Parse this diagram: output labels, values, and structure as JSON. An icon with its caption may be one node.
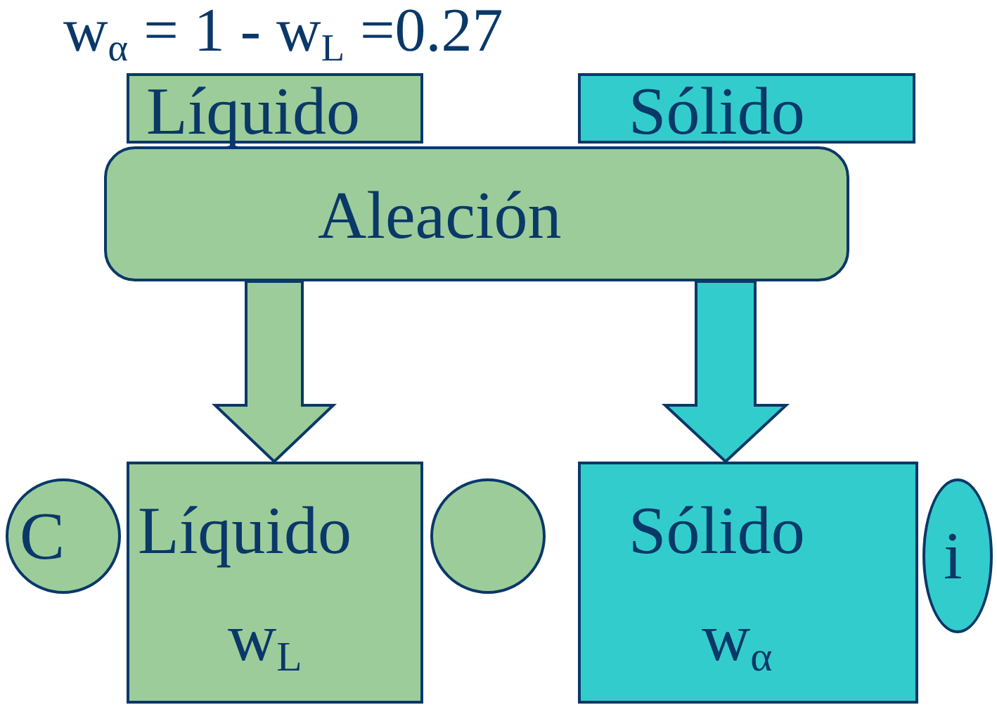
{
  "diagram": {
    "nodes": [
      {
        "text": [
          "Líquido"
        ]
      },
      {
        "text": [
          "Sólido"
        ]
      },
      {
        "text": [
          "Aleación"
        ]
      },
      {
        "text": [
          "C"
        ]
      },
      {
        "text": [],
        "shape": "circle"
      },
      {
        "text": [
          "Líquido",
          "w$_{L}$"
        ]
      },
      {
        "text": [
          "i"
        ]
      },
      {
        "text": [
          "Sólido",
          "w$_{α}$"
        ]
      }
    ],
    "edges": [
      {
        "from": 2,
        "to": 5,
        "arrow": "to"
      },
      {
        "from": 2,
        "to": 7,
        "arrow": "to"
      }
    ],
    "labels": [
      "w$_{α}$ = 1 - w$_{L}$ =0.27"
    ]
  }
}
